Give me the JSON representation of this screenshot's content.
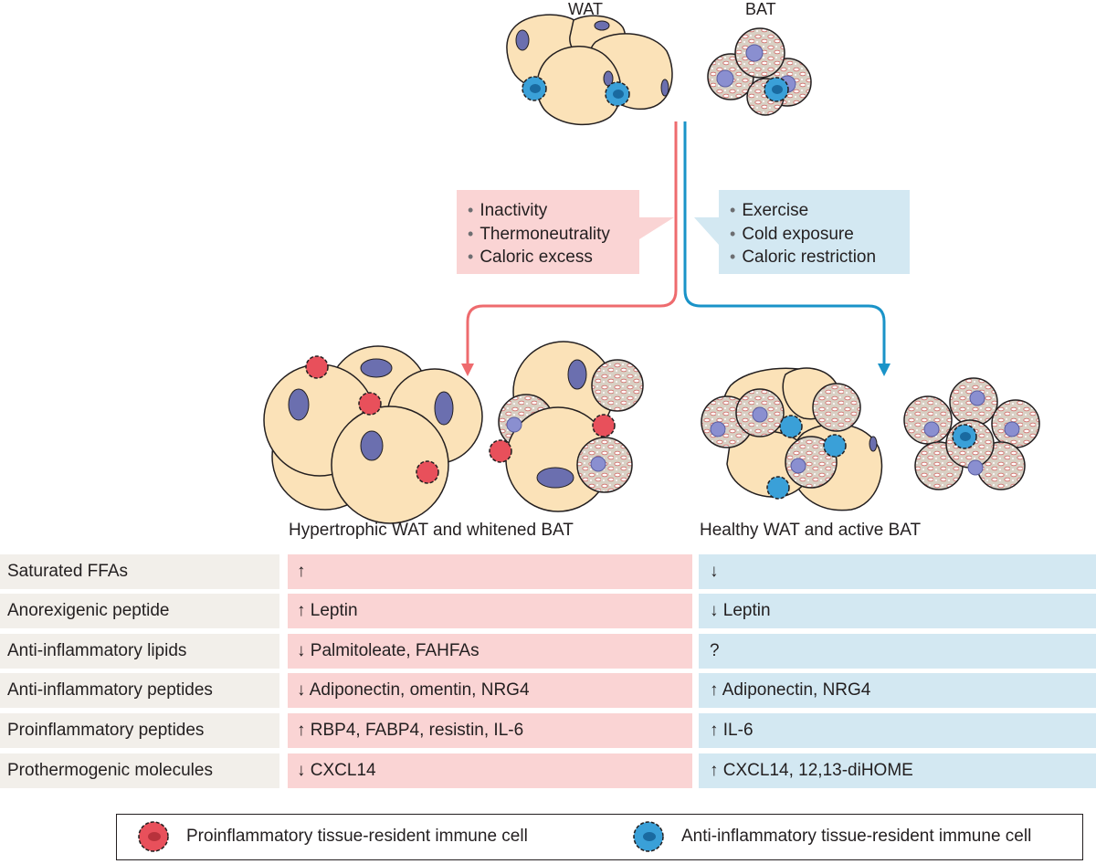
{
  "top": {
    "wat_label": "WAT",
    "bat_label": "BAT"
  },
  "left_box": {
    "items": [
      "Inactivity",
      "Thermoneutrality",
      "Caloric excess"
    ]
  },
  "right_box": {
    "items": [
      "Exercise",
      "Cold exposure",
      "Caloric restriction"
    ]
  },
  "captions": {
    "left": "Hypertrophic WAT and whitened BAT",
    "right": "Healthy WAT and active BAT"
  },
  "table": {
    "rows": [
      {
        "label": "Saturated FFAs",
        "left": "↑",
        "right": "↓"
      },
      {
        "label": "Anorexigenic peptide",
        "left": "↑ Leptin",
        "right": "↓ Leptin"
      },
      {
        "label": "Anti-inflammatory lipids",
        "left": "↓ Palmitoleate, FAHFAs",
        "right": "?"
      },
      {
        "label": "Anti-inflammatory peptides",
        "left": "↓ Adiponectin, omentin, NRG4",
        "right": "↑ Adiponectin, NRG4"
      },
      {
        "label": "Proinflammatory peptides",
        "left": "↑ RBP4, FABP4, resistin, IL-6",
        "right": "↑ IL-6"
      },
      {
        "label": "Prothermogenic molecules",
        "left": "↓ CXCL14",
        "right": "↑ CXCL14, 12,13-diHOME"
      }
    ]
  },
  "legend": {
    "pro_label": "Proinflammatory tissue-resident immune cell",
    "anti_label": "Anti-inflammatory tissue-resident immune cell"
  },
  "colors": {
    "pink_fill": "#fad4d4",
    "blue_fill": "#d3e8f2",
    "label_fill": "#f2efea",
    "red_line": "#ee6b6e",
    "blue_line": "#1a93c8",
    "white_cell": "#fbe2b8",
    "nucleus": "#6b6faf",
    "pro_cell": "#e8505b",
    "anti_cell": "#3aa0d8"
  }
}
